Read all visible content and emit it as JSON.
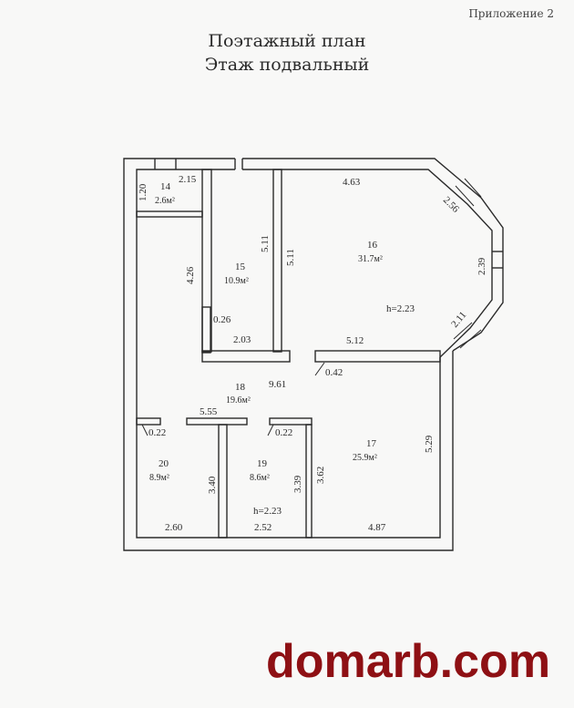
{
  "header": {
    "appendix": "Приложение   2",
    "title_line1": "Поэтажный план",
    "title_line2": "Этаж  подвальный"
  },
  "rooms": [
    {
      "id": "14",
      "area": "2.6м²"
    },
    {
      "id": "15",
      "area": "10.9м²"
    },
    {
      "id": "16",
      "area": "31.7м²"
    },
    {
      "id": "17",
      "area": "25.9м²"
    },
    {
      "id": "18",
      "area": "19.6м²"
    },
    {
      "id": "19",
      "area": "8.6м²"
    },
    {
      "id": "20",
      "area": "8.9м²"
    }
  ],
  "dimensions": {
    "d_2_15": "2.15",
    "d_1_20": "1.20",
    "d_4_26": "4.26",
    "d_5_11_a": "5.11",
    "d_5_11_b": "5.11",
    "d_4_63": "4.63",
    "d_2_56": "2.56",
    "d_2_39": "2.39",
    "d_2_11": "2.11",
    "d_0_26": "0.26",
    "d_2_03": "2.03",
    "d_5_12": "5.12",
    "d_0_42": "0.42",
    "d_9_61": "9.61",
    "d_5_55": "5.55",
    "d_0_22_a": "0.22",
    "d_0_22_b": "0.22",
    "d_5_29": "5.29",
    "d_3_40": "3.40",
    "d_3_39": "3.39",
    "d_3_62": "3.62",
    "d_2_60": "2.60",
    "d_2_52": "2.52",
    "d_4_87": "4.87"
  },
  "heights": {
    "h_main": "h=2.23",
    "h_lower": "h=2.23"
  },
  "watermark": "domarb.com"
}
